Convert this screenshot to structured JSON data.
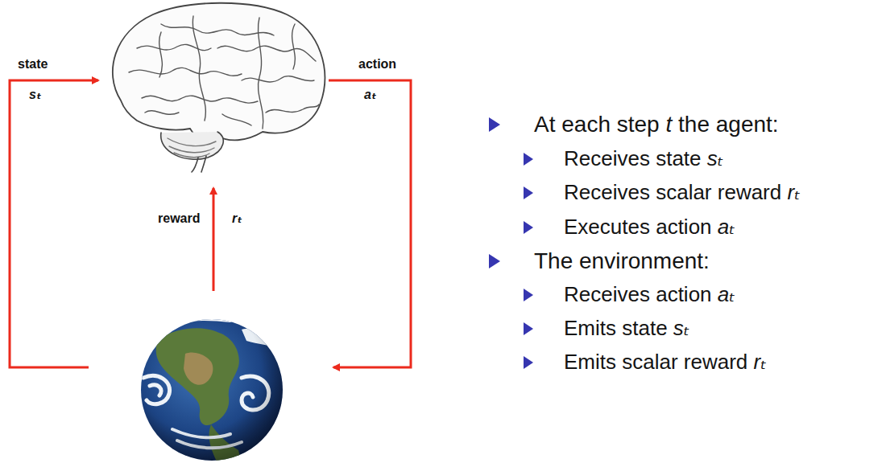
{
  "diagram": {
    "labels": [
      "state",
      "sₜ",
      "action",
      "aₜ",
      "reward",
      "rₜ",
      "At each step t the agent:",
      "Receives state sₜ",
      "Receives scalar reward rₜ",
      "Executes action aₜ",
      "The environment:",
      "Receives action aₜ",
      "Emits state sₜ",
      "Emits scalar reward rₜ"
    ]
  }
}
